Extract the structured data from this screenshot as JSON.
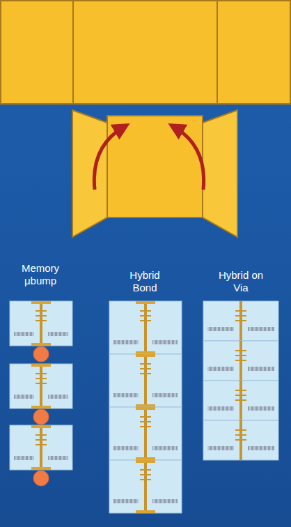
{
  "diagram": {
    "labels": [
      "Memory μbump",
      "Hybrid Bond",
      "Hybrid on Via"
    ]
  }
}
